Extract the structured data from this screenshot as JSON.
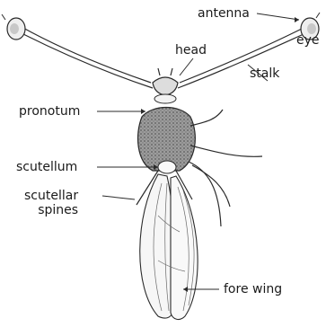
{
  "labels": {
    "antenna": "antenna",
    "eye": "eye",
    "head": "head",
    "stalk": "stalk",
    "pronotum": "pronotum",
    "scutellum": "scutellum",
    "scutellar_line1": "scutellar",
    "scutellar_line2": "spines",
    "fore_wing": "fore wing"
  },
  "colors": {
    "ink": "#2a2a2a",
    "thorax": "#8a8a8a",
    "wing": "#f4f4f4"
  }
}
